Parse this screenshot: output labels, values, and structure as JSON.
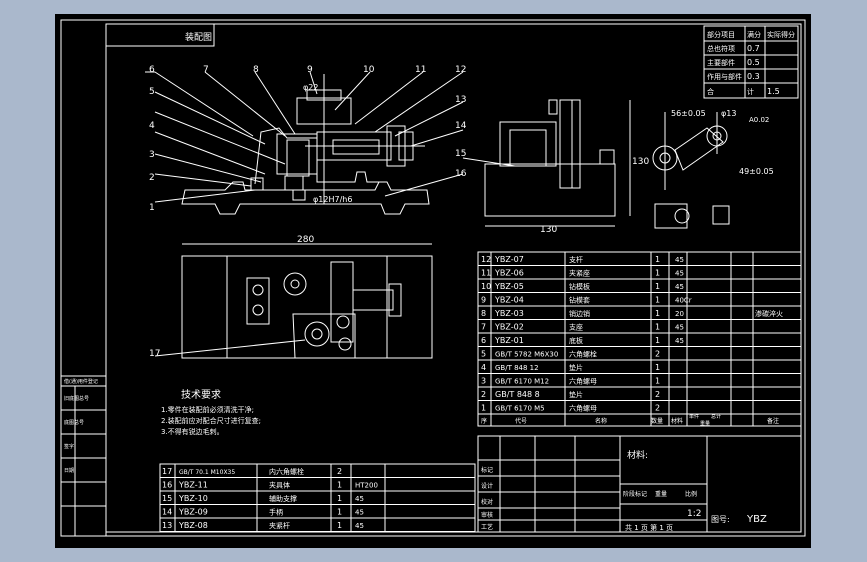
{
  "title_block_top": {
    "label": "装配图"
  },
  "tech_ratio_table": [
    {
      "item": "部分项目",
      "grade": "满分",
      "score": "实际得分"
    },
    {
      "item": "总也符项",
      "grade": "0.7",
      "score": ""
    },
    {
      "item": "主要部件",
      "grade": "0.5",
      "score": ""
    },
    {
      "item": "作用与部件",
      "grade": "0.3",
      "score": ""
    },
    {
      "item": "合",
      "grade": "计",
      "score": "1.5"
    }
  ],
  "balloons": [
    "1",
    "2",
    "3",
    "4",
    "5",
    "6",
    "7",
    "8",
    "9",
    "10",
    "11",
    "12",
    "13",
    "14",
    "15",
    "16",
    "17"
  ],
  "dimensions": {
    "d22": "φ22",
    "fit": "φ12H7/h6",
    "w280": "280",
    "w130": "130",
    "h130": "130",
    "d56": "56±0.05",
    "d13": "φ13",
    "d49": "49±0.05",
    "datum": "A0.02"
  },
  "tech_requirements": {
    "title": "技术要求",
    "items": [
      "1.零件在装配前必须清洗干净;",
      "2.装配前应对配合尺寸进行复查;",
      "3.不得有锐边毛刺。"
    ]
  },
  "bom_main": [
    {
      "no": "12",
      "code": "YBZ-07",
      "name": "支杆",
      "qty": "1",
      "mat": "45",
      "note": ""
    },
    {
      "no": "11",
      "code": "YBZ-06",
      "name": "夹紧座",
      "qty": "1",
      "mat": "45",
      "note": ""
    },
    {
      "no": "10",
      "code": "YBZ-05",
      "name": "钻模板",
      "qty": "1",
      "mat": "45",
      "note": ""
    },
    {
      "no": "9",
      "code": "YBZ-04",
      "name": "钻模套",
      "qty": "1",
      "mat": "40Cr",
      "note": ""
    },
    {
      "no": "8",
      "code": "YBZ-03",
      "name": "销边销",
      "qty": "1",
      "mat": "20",
      "note": "渗碳淬火"
    },
    {
      "no": "7",
      "code": "YBZ-02",
      "name": "支座",
      "qty": "1",
      "mat": "45",
      "note": ""
    },
    {
      "no": "6",
      "code": "YBZ-01",
      "name": "底板",
      "qty": "1",
      "mat": "45",
      "note": ""
    },
    {
      "no": "5",
      "code": "GB/T 5782 M6X30",
      "name": "六角螺栓",
      "qty": "2",
      "mat": "",
      "note": ""
    },
    {
      "no": "4",
      "code": "GB/T 848 12",
      "name": "垫片",
      "qty": "1",
      "mat": "",
      "note": ""
    },
    {
      "no": "3",
      "code": "GB/T 6170 M12",
      "name": "六角螺母",
      "qty": "1",
      "mat": "",
      "note": ""
    },
    {
      "no": "2",
      "code": "GB/T 848 8",
      "name": "垫片",
      "qty": "2",
      "mat": "",
      "note": ""
    },
    {
      "no": "1",
      "code": "GB/T 6170 M5",
      "name": "六角螺母",
      "qty": "2",
      "mat": "",
      "note": ""
    }
  ],
  "bom_header": {
    "no": "序",
    "code": "代号",
    "name": "名称",
    "qty": "数量",
    "mat": "材料",
    "single": "单件",
    "total": "总计",
    "weight": "重量",
    "note": "备注"
  },
  "bom_left": [
    {
      "no": "17",
      "code": "GB/T 70.1 M10X35",
      "name": "内六角螺栓",
      "qty": "2",
      "mat": ""
    },
    {
      "no": "16",
      "code": "YBZ-11",
      "name": "夹具体",
      "qty": "1",
      "mat": "HT200"
    },
    {
      "no": "15",
      "code": "YBZ-10",
      "name": "辅助支撑",
      "qty": "1",
      "mat": "45"
    },
    {
      "no": "14",
      "code": "YBZ-09",
      "name": "手柄",
      "qty": "1",
      "mat": "45"
    },
    {
      "no": "13",
      "code": "YBZ-08",
      "name": "夹紧杆",
      "qty": "1",
      "mat": "45"
    }
  ],
  "title_block": {
    "material": "材料:",
    "scale": "1:2",
    "sheet": "共 1 页  第 1 页",
    "drawing_no_label": "图号:",
    "drawing_no": "YBZ",
    "rows": [
      "标记",
      "设计",
      "校对",
      "审核",
      "工艺"
    ],
    "stage": "阶段标记",
    "weight": "重量",
    "scale_label": "比例"
  },
  "side_labels": [
    "借(通)用件登记",
    "旧底图总号",
    "底图总号",
    "签字",
    "日期"
  ]
}
